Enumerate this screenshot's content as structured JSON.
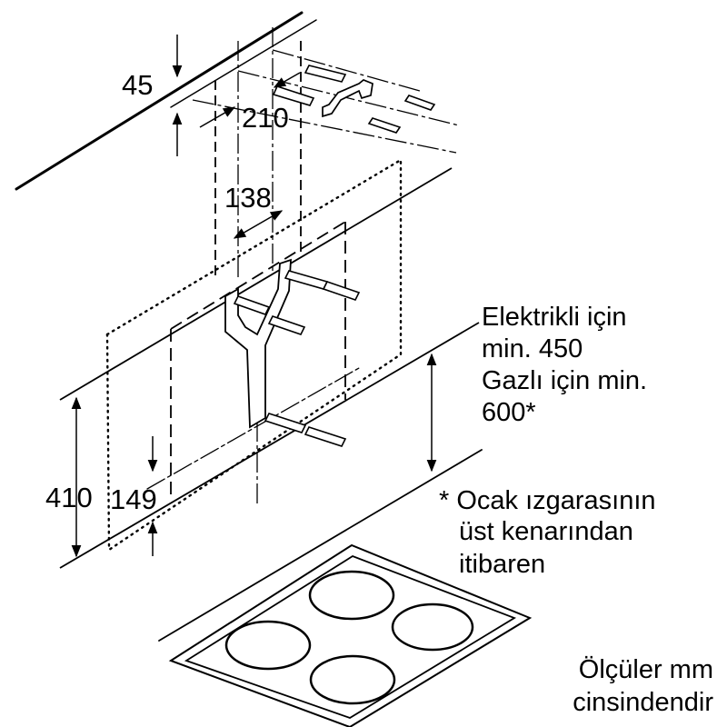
{
  "dimensions": {
    "wall_gap": "45",
    "screw_spacing": "210",
    "bracket_width": "138",
    "hood_height": "410",
    "lower_bracket_offset": "149"
  },
  "notes": {
    "clearance": [
      "Elektrikli için",
      "min. 450",
      "Gazlı için min.",
      "600*"
    ],
    "footnote": [
      "* Ocak ızgarasının",
      "üst kenarından",
      "itibaren"
    ],
    "units": [
      "Ölçüler mm",
      "cinsindendir"
    ]
  }
}
